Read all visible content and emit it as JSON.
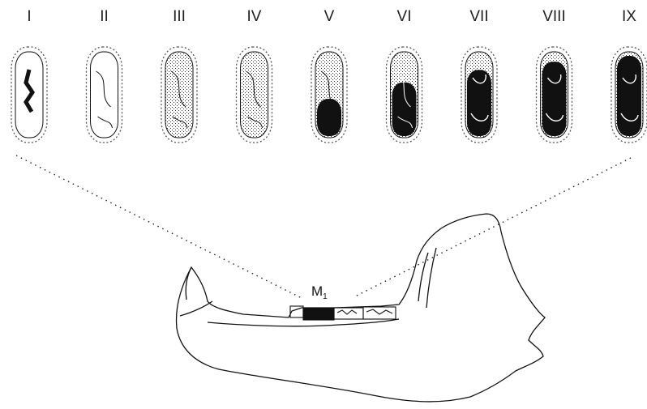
{
  "figure": {
    "stages": [
      {
        "label": "I",
        "wear": 0.05
      },
      {
        "label": "II",
        "wear": 0.0
      },
      {
        "label": "III",
        "wear": 0.15
      },
      {
        "label": "IV",
        "wear": 0.25
      },
      {
        "label": "V",
        "wear": 0.45
      },
      {
        "label": "VI",
        "wear": 0.65
      },
      {
        "label": "VII",
        "wear": 0.8
      },
      {
        "label": "VIII",
        "wear": 0.9
      },
      {
        "label": "IX",
        "wear": 0.97
      }
    ],
    "tooth_label": "M",
    "tooth_label_sub": "1",
    "colors": {
      "ink": "#111111",
      "outline_dashed": "#555555",
      "background": "#ffffff"
    }
  }
}
